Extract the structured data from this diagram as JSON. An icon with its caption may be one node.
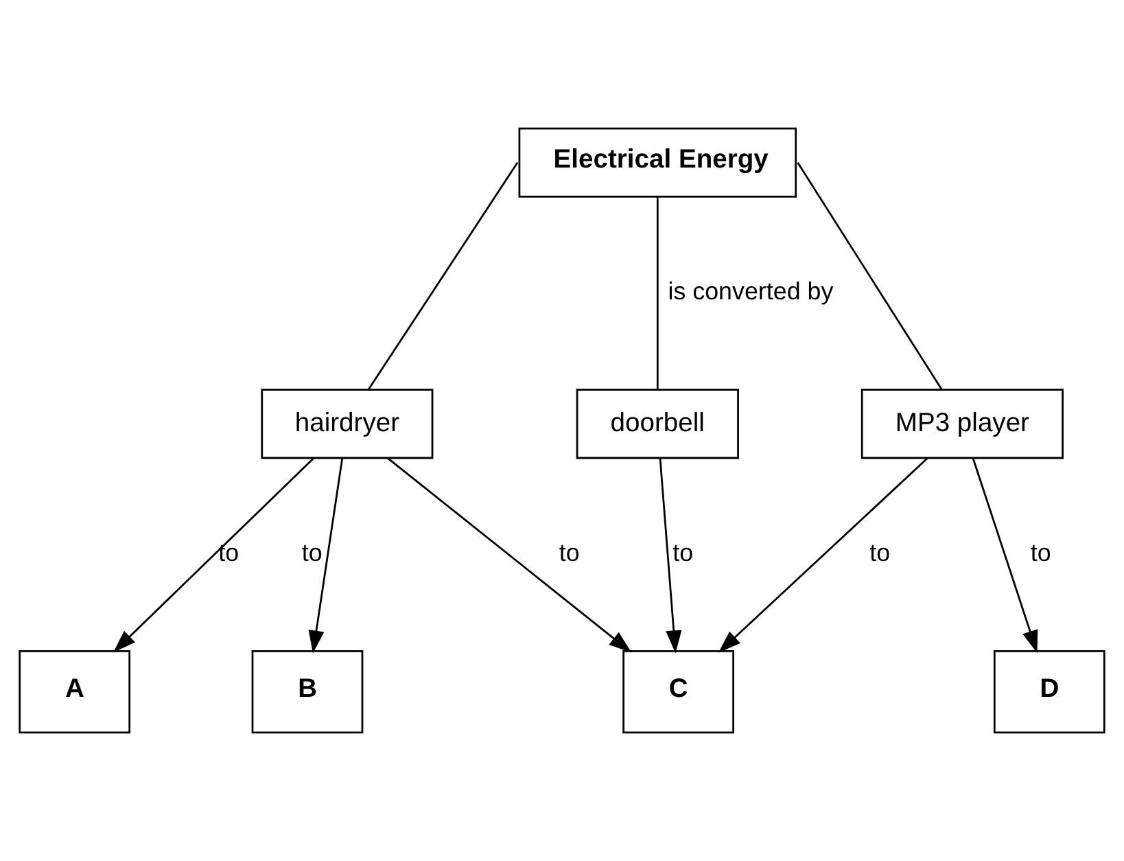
{
  "diagram": {
    "nodes": [
      {
        "text": [
          "Electrical Energy"
        ]
      },
      {
        "text": [
          "hairdryer"
        ]
      },
      {
        "text": [
          "doorbell"
        ]
      },
      {
        "text": [
          "MP3 player"
        ]
      },
      {
        "text": [
          "A"
        ]
      },
      {
        "text": [
          "B"
        ]
      },
      {
        "text": [
          "C"
        ]
      },
      {
        "text": [
          "D"
        ]
      }
    ],
    "edges": [
      {
        "from": 0,
        "to": 1,
        "arrow": "none"
      },
      {
        "from": 0,
        "to": 2,
        "arrow": "none",
        "label": "is converted by"
      },
      {
        "from": 0,
        "to": 3,
        "arrow": "none"
      },
      {
        "from": 1,
        "to": 4,
        "arrow": "to",
        "label": "to"
      },
      {
        "from": 1,
        "to": 5,
        "arrow": "to",
        "label": "to"
      },
      {
        "from": 1,
        "to": 6,
        "arrow": "to",
        "label": "to"
      },
      {
        "from": 2,
        "to": 6,
        "arrow": "to",
        "label": "to"
      },
      {
        "from": 3,
        "to": 6,
        "arrow": "to",
        "label": "to"
      },
      {
        "from": 3,
        "to": 7,
        "arrow": "to",
        "label": "to"
      }
    ]
  }
}
